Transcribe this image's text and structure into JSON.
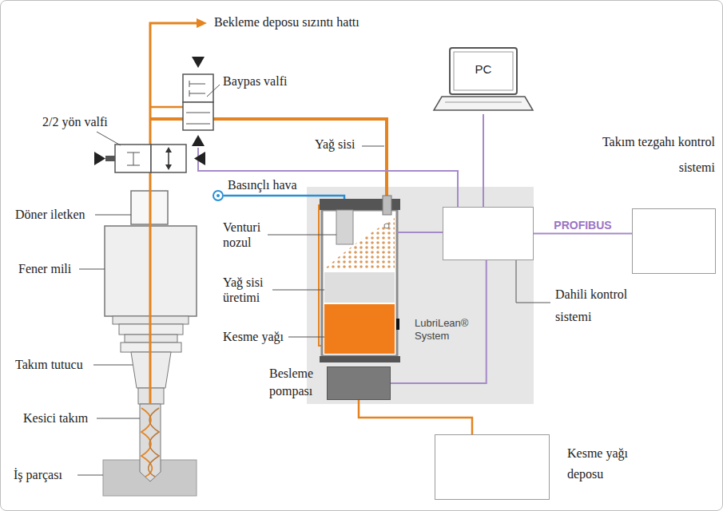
{
  "diagram": {
    "nodes": [
      {
        "text": [
          "PC"
        ]
      },
      {
        "text": [
          "Takım tezgahı kontrol sistemi"
        ]
      },
      {
        "text": [
          "LubriLean® System"
        ]
      },
      {
        "text": [
          "Dahili kontrol sistemi"
        ],
        "in": 2
      },
      {
        "text": [
          "Besleme pompası"
        ],
        "in": 2
      },
      {
        "text": [
          "Kesme yağı deposu"
        ]
      }
    ],
    "edges": [
      {
        "from": 0,
        "to": 3,
        "arrow": "none"
      },
      {
        "from": 3,
        "to": 1,
        "label": "PROFIBUS",
        "arrow": "none"
      },
      {
        "from": 3,
        "to": 4,
        "arrow": "none"
      },
      {
        "from": 4,
        "to": 5,
        "arrow": "none"
      }
    ],
    "labels": [
      "Bekleme deposu sızıntı hattı",
      "Baypas valfi",
      "2/2 yön valfi",
      "Yağ sisi",
      "Basınçlı hava",
      "Döner iletken",
      "Venturi nozul",
      "Fener mili",
      "Yağ sisi üretimi",
      "Kesme yağı",
      "Takım tutucu",
      "Kesici takım",
      "İş parçası"
    ]
  }
}
